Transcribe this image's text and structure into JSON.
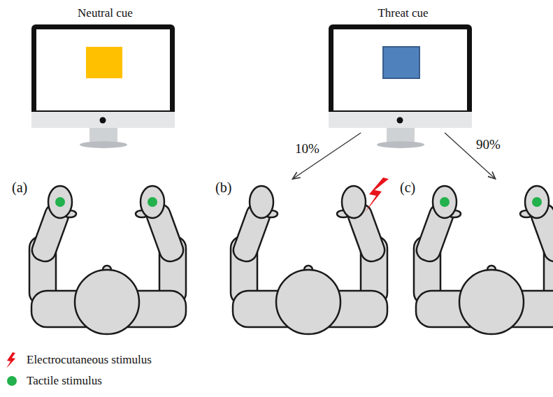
{
  "diagram": {
    "nodes": [
      {
        "text": [
          "Neutral cue"
        ]
      },
      {
        "text": [
          "Threat cue"
        ]
      },
      {
        "text": [
          "(a)"
        ]
      },
      {
        "text": [
          "(b)"
        ]
      },
      {
        "text": [
          "(c)"
        ]
      }
    ],
    "edges": [
      {
        "from": 1,
        "to": 3,
        "arrow": "to",
        "label": "10%"
      },
      {
        "from": 1,
        "to": 4,
        "arrow": "to",
        "label": "90%"
      }
    ],
    "legend": [
      {
        "text": "Electrocutaneous stimulus"
      },
      {
        "text": "Tactile stimulus",
        "color": "#22b14c"
      }
    ]
  }
}
